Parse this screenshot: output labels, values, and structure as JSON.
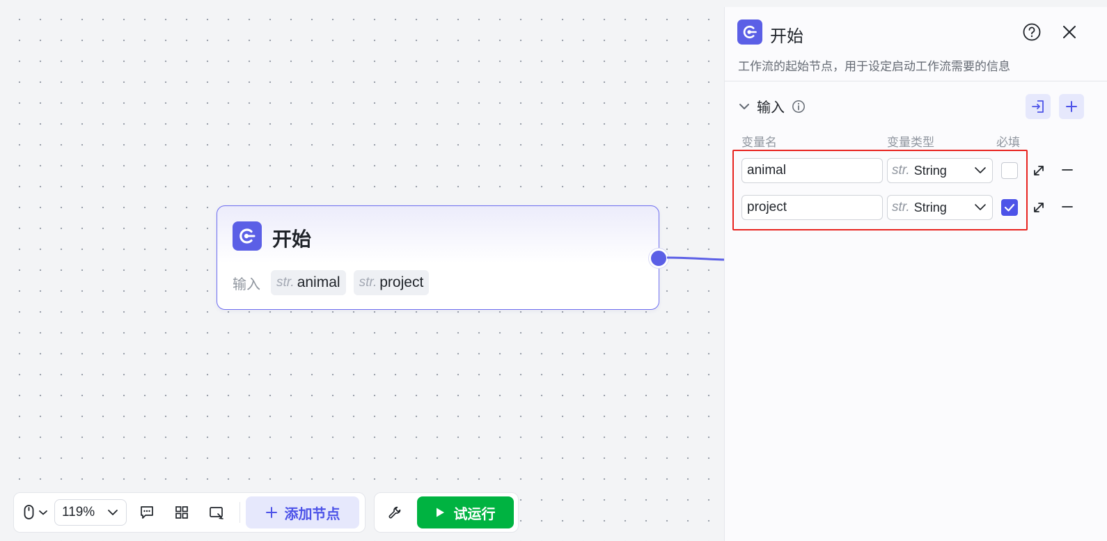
{
  "canvas": {
    "node": {
      "title": "开始",
      "inputs_label": "输入",
      "inputs": [
        {
          "type_tag": "str.",
          "name": "animal"
        },
        {
          "type_tag": "str.",
          "name": "project"
        }
      ]
    }
  },
  "toolbar": {
    "zoom": "119%",
    "add_node_label": "添加节点",
    "run_label": "试运行"
  },
  "panel": {
    "title": "开始",
    "description": "工作流的起始节点，用于设定启动工作流需要的信息",
    "section_title": "输入",
    "columns": {
      "name": "变量名",
      "type": "变量类型",
      "required": "必填"
    },
    "variables": [
      {
        "name": "animal",
        "type_tag": "str.",
        "type": "String",
        "required": false
      },
      {
        "name": "project",
        "type_tag": "str.",
        "type": "String",
        "required": true
      }
    ]
  },
  "colors": {
    "accent": "#4d53e8",
    "run_green": "#00b341",
    "highlight_red": "#e8231f"
  }
}
